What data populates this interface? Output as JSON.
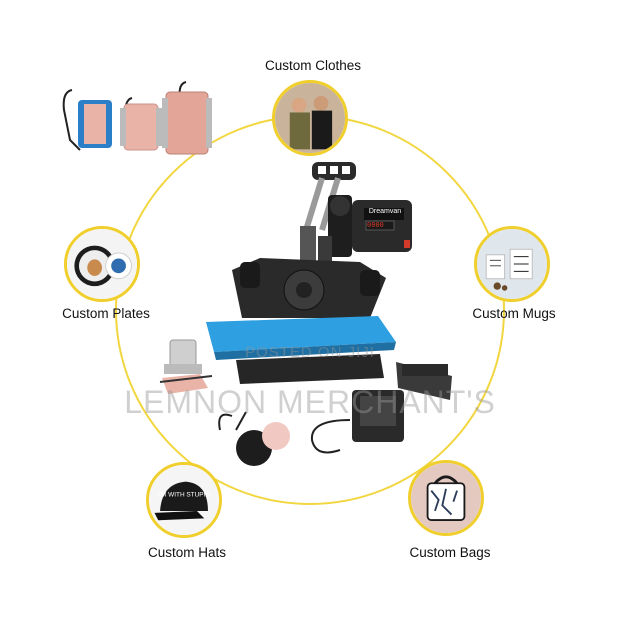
{
  "labels": {
    "clothes": "Custom Clothes",
    "plates": "Custom Plates",
    "mugs": "Custom Mugs",
    "hats": "Custom Hats",
    "bags": "Custom Bags"
  },
  "machine": {
    "brand": "Dreamvan",
    "display": "0000"
  },
  "hat_text": "I'M WITH STUPID",
  "watermark": {
    "line1": "POSTED ON JIJI",
    "line2": "LEMNON MERCHANT'S"
  },
  "colors": {
    "ring": "#f2d640",
    "node_border": "#f0cf2c",
    "platen_blue": "#2e9fe0",
    "mug_pad": "#e9b3a8"
  }
}
